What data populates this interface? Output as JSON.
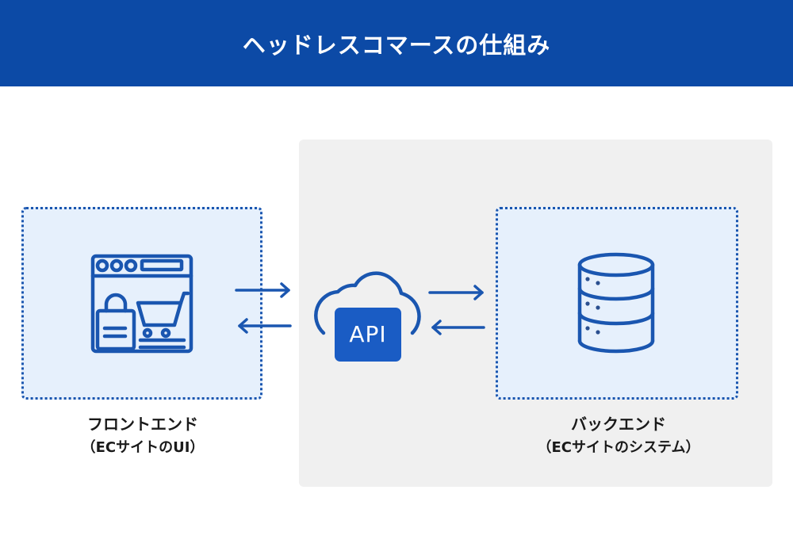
{
  "header": {
    "title": "ヘッドレスコマースの仕組み"
  },
  "colors": {
    "header_bg": "#0c4aa6",
    "accent": "#1a56b0",
    "box_fill": "#e6f0fc",
    "panel_bg": "#f0f0f0",
    "api_fill": "#1a5cc4"
  },
  "frontend": {
    "title": "フロントエンド",
    "subtitle": "（ECサイトのUI）",
    "icon": "ecommerce-browser-icon"
  },
  "api": {
    "label": "API",
    "icon": "cloud-api-icon"
  },
  "backend": {
    "title": "バックエンド",
    "subtitle": "（ECサイトのシステム）",
    "icon": "database-icon"
  },
  "connections": [
    {
      "from": "frontend",
      "to": "api",
      "direction": "right"
    },
    {
      "from": "api",
      "to": "frontend",
      "direction": "left"
    },
    {
      "from": "api",
      "to": "backend",
      "direction": "right"
    },
    {
      "from": "backend",
      "to": "api",
      "direction": "left"
    }
  ]
}
